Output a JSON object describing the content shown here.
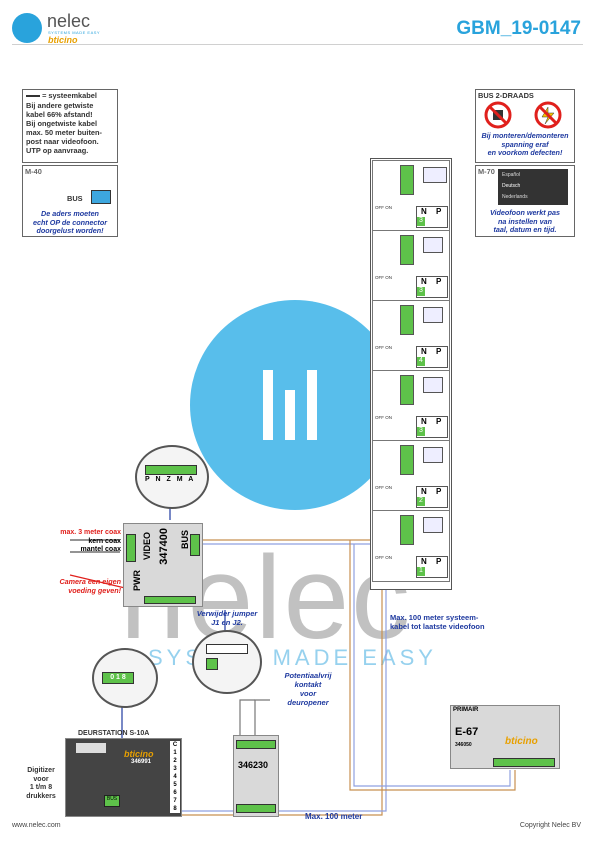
{
  "header": {
    "logo_name": "nelec",
    "logo_tagline": "SYSTEMS MADE EASY",
    "logo_brand": "bticino",
    "doc_number": "GBM_19-0147"
  },
  "note_cable": {
    "legend": "= systeemkabel",
    "lines": [
      "Bij andere getwiste",
      "kabel 66% afstand!",
      "Bij ongetwiste kabel",
      "max. 50 meter buiten-",
      "post naar videofoon.",
      "UTP op aanvraag."
    ]
  },
  "note_m40": {
    "code": "M-40",
    "bus_label": "BUS",
    "lines": [
      "De aders moeten",
      "echt OP de connector",
      "doorgelust worden!"
    ]
  },
  "note_bus": {
    "title": "BUS 2-DRAADS",
    "lines": [
      "Bij monteren/demonteren",
      "spanning eraf",
      "en voorkom defecten!"
    ]
  },
  "note_m70": {
    "code": "M-70",
    "menu": [
      "Español",
      "Deutsch",
      "Nederlands"
    ],
    "lines": [
      "Videofoon werkt pas",
      "na instellen van",
      "taal, datum en tijd."
    ]
  },
  "monitors": [
    {
      "n": "N",
      "p": "P",
      "address": "3",
      "offon": "OFF ON"
    },
    {
      "n": "N",
      "p": "P",
      "address": "3",
      "offon": "OFF ON"
    },
    {
      "n": "N",
      "p": "P",
      "address": "4",
      "offon": "OFF ON"
    },
    {
      "n": "N",
      "p": "P",
      "address": "3",
      "offon": "OFF ON"
    },
    {
      "n": "N",
      "p": "P",
      "address": "2",
      "offon": "OFF ON"
    },
    {
      "n": "N",
      "p": "P",
      "address": "1",
      "offon": "OFF ON"
    }
  ],
  "interface": {
    "model": "347400",
    "video": "VIDEO",
    "bus": "BUS",
    "pwr": "PWR",
    "zoom_label": "P N Z M A"
  },
  "coax": {
    "lines": [
      "max. 3 meter coax",
      "kern coax",
      "mantel coax"
    ]
  },
  "camera_note": [
    "Camera een eigen",
    "voeding geven!"
  ],
  "jumper_note": [
    "Verwijder jumper",
    "J1 en J2."
  ],
  "relay": {
    "model": "346230",
    "note": [
      "Potentiaalvrij",
      "kontakt",
      "voor",
      "deuropener"
    ]
  },
  "door_station": {
    "title": "DEURSTATION S-10A",
    "brand": "bticino",
    "model": "346991",
    "digits": "0 1 8",
    "terminals": [
      "C",
      "1",
      "2",
      "3",
      "4",
      "5",
      "6",
      "7",
      "8"
    ],
    "bus": "BUS"
  },
  "digitizer_note": [
    "Digitizer",
    "voor",
    "1 t/m 8",
    "drukkers"
  ],
  "power_supply": {
    "label": "PRIMAIR",
    "code": "E-67",
    "brand": "bticino",
    "model": "346050"
  },
  "cable_notes": {
    "system_cable": [
      "Max. 100 meter systeem-",
      "kabel tot laatste videofoon"
    ],
    "max_100": "Max. 100 meter"
  },
  "watermark": {
    "word": "nelec",
    "tagline": "SYSTEM MADE EASY"
  },
  "footer": {
    "left": "www.nelec.com",
    "right": "Copyright Nelec BV"
  }
}
